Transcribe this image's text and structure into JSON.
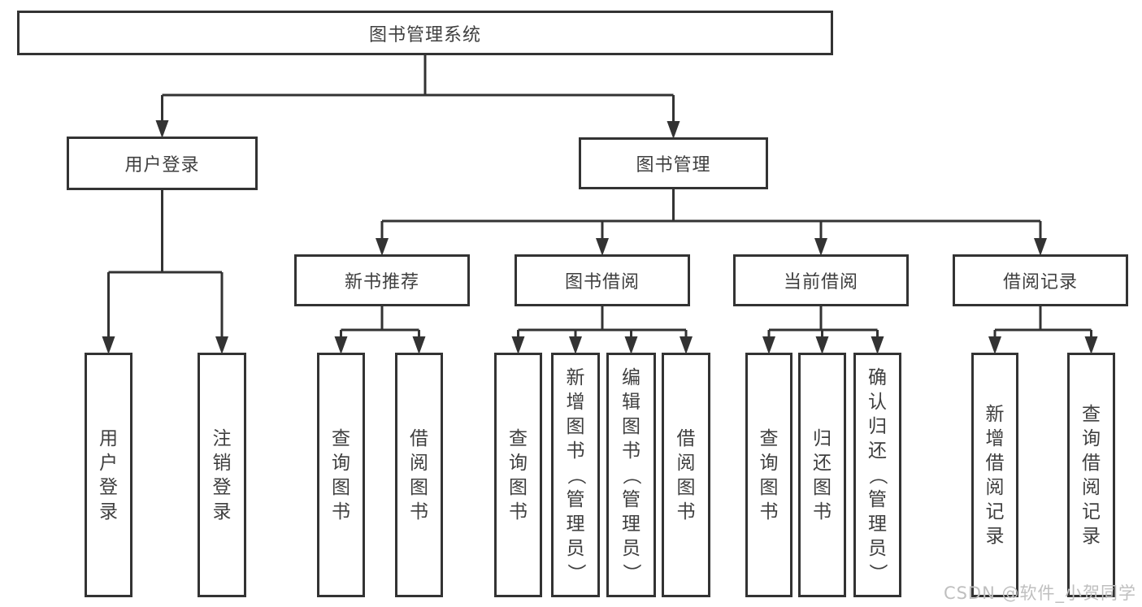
{
  "diagram": {
    "watermark": "CSDN @软件_小贺同学",
    "colors": {
      "line": "#333333",
      "text": "#3f3f3f",
      "background": "#ffffff",
      "watermark": "#bfbfbf"
    },
    "tree": {
      "id": "library-system",
      "label": "图书管理系统",
      "children": [
        {
          "id": "user-login",
          "label": "用户登录",
          "children": [
            {
              "id": "ul-login",
              "label": "用户登录",
              "vertical": true
            },
            {
              "id": "ul-logout",
              "label": "注销登录",
              "vertical": true
            }
          ]
        },
        {
          "id": "book-mgmt",
          "label": "图书管理",
          "children": [
            {
              "id": "new-book-rec",
              "label": "新书推荐",
              "children": [
                {
                  "id": "nbr-query-book",
                  "label": "查询图书",
                  "vertical": true
                },
                {
                  "id": "nbr-borrow-book",
                  "label": "借阅图书",
                  "vertical": true
                }
              ]
            },
            {
              "id": "book-borrow",
              "label": "图书借阅",
              "children": [
                {
                  "id": "bb-query-book",
                  "label": "查询图书",
                  "vertical": true
                },
                {
                  "id": "bb-add-book",
                  "label": "新增图书（管理员）",
                  "vertical": true
                },
                {
                  "id": "bb-edit-book",
                  "label": "编辑图书（管理员）",
                  "vertical": true
                },
                {
                  "id": "bb-borrow-book",
                  "label": "借阅图书",
                  "vertical": true
                }
              ]
            },
            {
              "id": "current-borrow",
              "label": "当前借阅",
              "children": [
                {
                  "id": "cb-query-book",
                  "label": "查询图书",
                  "vertical": true
                },
                {
                  "id": "cb-return-book",
                  "label": "归还图书",
                  "vertical": true
                },
                {
                  "id": "cb-confirm-return",
                  "label": "确认归还（管理员）",
                  "vertical": true
                }
              ]
            },
            {
              "id": "borrow-record",
              "label": "借阅记录",
              "children": [
                {
                  "id": "br-add-record",
                  "label": "新增借阅记录",
                  "vertical": true
                },
                {
                  "id": "br-query-record",
                  "label": "查询借阅记录",
                  "vertical": true
                }
              ]
            }
          ]
        }
      ]
    }
  }
}
